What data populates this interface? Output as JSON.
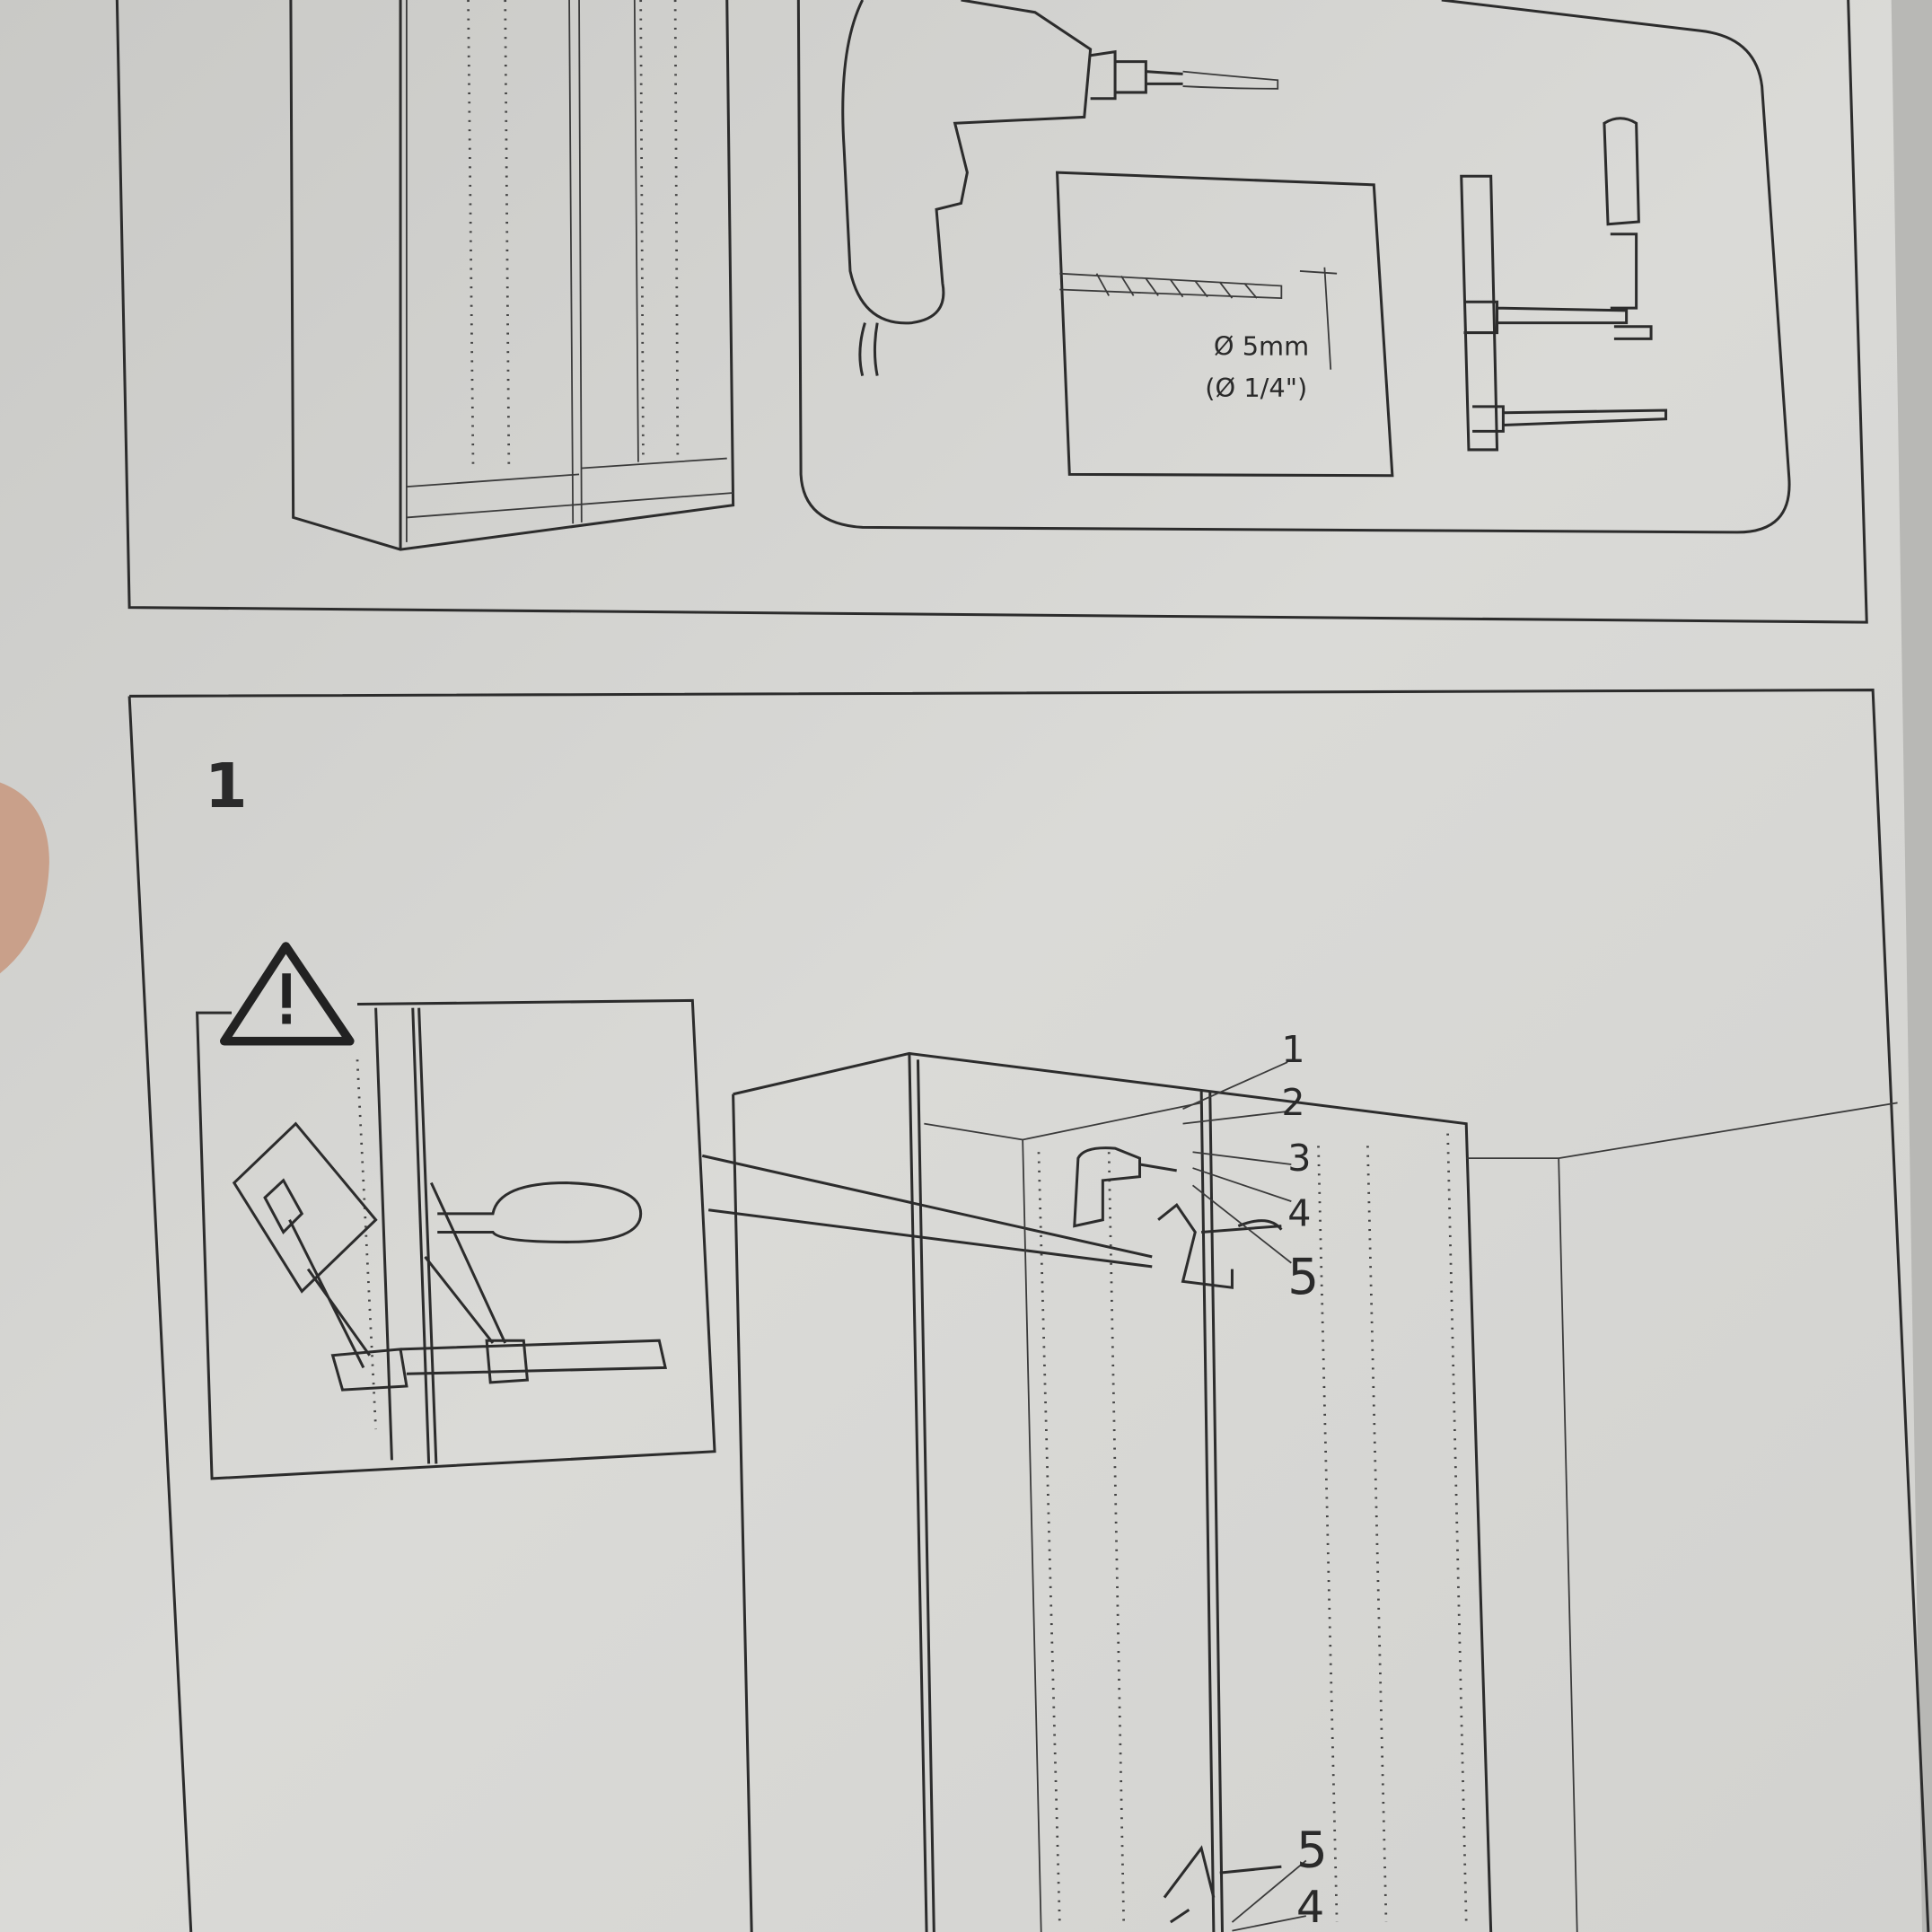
{
  "tools_panel": {
    "drill_bit_size_metric": "Ø 5mm",
    "drill_bit_size_imperial": "(Ø 1/4\")"
  },
  "step": {
    "number": "1",
    "warning_icon": "warning-triangle-icon",
    "callouts": [
      "1",
      "2",
      "3",
      "4",
      "5",
      "5",
      "4"
    ]
  },
  "colors": {
    "paper": "#d6d6d3",
    "ink": "#2c2c2c"
  }
}
